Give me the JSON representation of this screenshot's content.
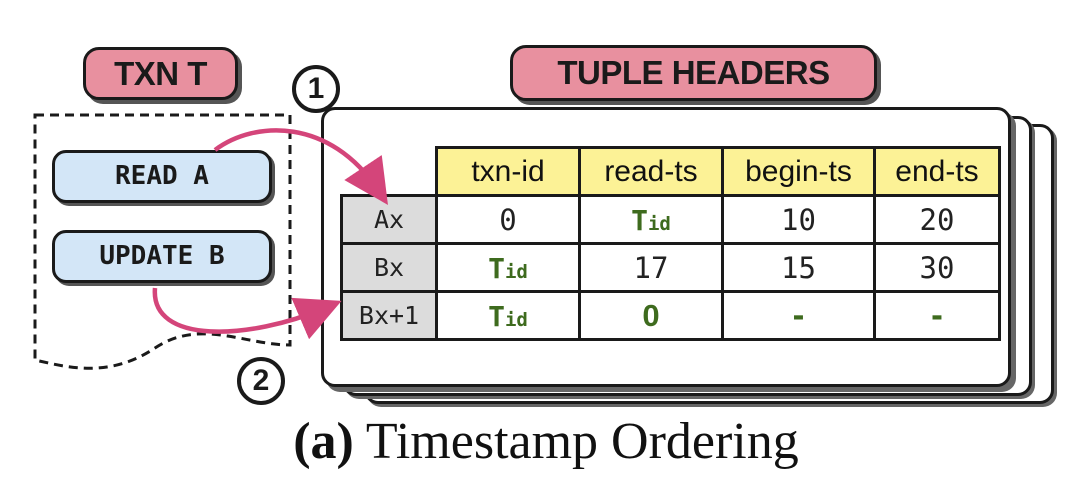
{
  "txn": {
    "label": "TXN T",
    "operations": [
      "READ A",
      "UPDATE B"
    ]
  },
  "tuples": {
    "label": "TUPLE HEADERS",
    "columns": [
      "txn-id",
      "read-ts",
      "begin-ts",
      "end-ts"
    ],
    "rows": [
      {
        "name": "Ax",
        "cells": [
          {
            "text": "0",
            "hl": false
          },
          {
            "text": "Tid",
            "hl": true
          },
          {
            "text": "10",
            "hl": false
          },
          {
            "text": "20",
            "hl": false
          }
        ]
      },
      {
        "name": "Bx",
        "cells": [
          {
            "text": "Tid",
            "hl": true
          },
          {
            "text": "17",
            "hl": false
          },
          {
            "text": "15",
            "hl": false
          },
          {
            "text": "30",
            "hl": false
          }
        ]
      },
      {
        "name": "Bx+1",
        "cells": [
          {
            "text": "Tid",
            "hl": true
          },
          {
            "text": "0",
            "hl": true
          },
          {
            "text": "-",
            "hl": true
          },
          {
            "text": "-",
            "hl": true
          }
        ]
      }
    ]
  },
  "steps": [
    "1",
    "2"
  ],
  "caption": {
    "prefix": "(a)",
    "text": "Timestamp Ordering"
  },
  "colors": {
    "label_pill": "#e8909f",
    "operation_box": "#d3e6f7",
    "column_header": "#fcf296",
    "row_header": "#dcdcdc",
    "highlight_text": "#3e6b1e",
    "arrow": "#d4457a"
  }
}
